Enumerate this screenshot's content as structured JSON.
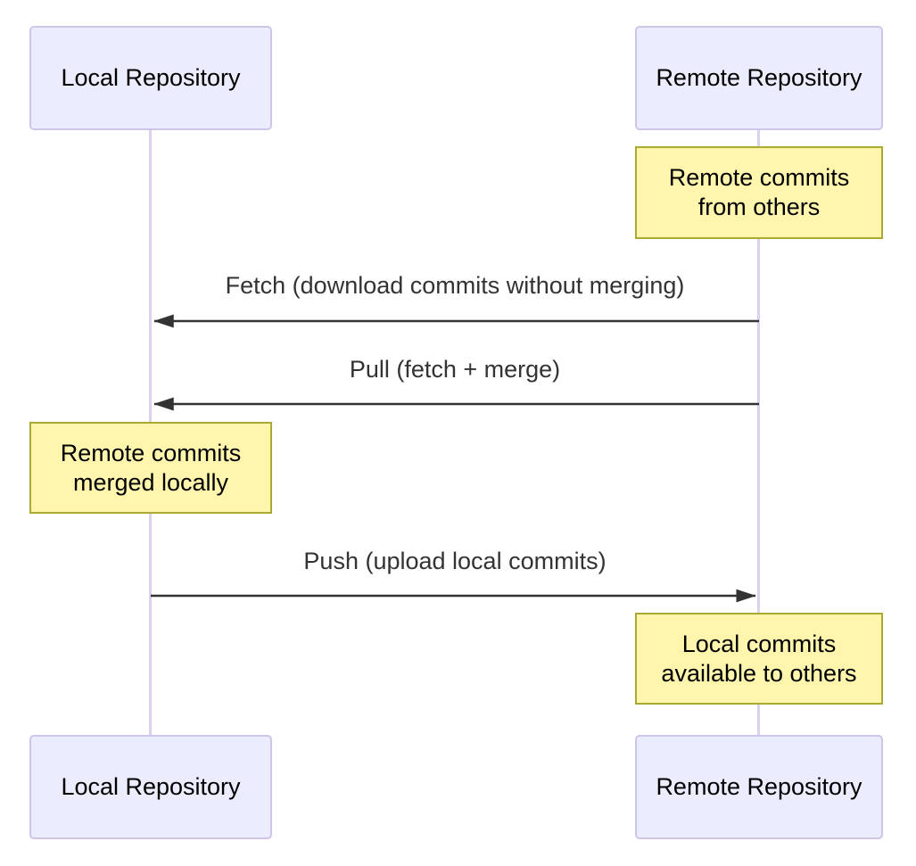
{
  "diagram": {
    "type": "sequence",
    "actors": [
      {
        "id": "local",
        "label": "Local Repository"
      },
      {
        "id": "remote",
        "label": "Remote Repository"
      }
    ],
    "messages": [
      {
        "label": "Fetch (download commits without merging)",
        "from": "remote",
        "to": "local",
        "direction": "left"
      },
      {
        "label": "Pull (fetch + merge)",
        "from": "remote",
        "to": "local",
        "direction": "left"
      },
      {
        "label": "Push (upload local commits)",
        "from": "local",
        "to": "remote",
        "direction": "right"
      }
    ],
    "notes": [
      {
        "text": "Remote commits\nfrom others",
        "over": "remote"
      },
      {
        "text": "Remote commits\nmerged locally",
        "over": "local"
      },
      {
        "text": "Local commits\navailable to others",
        "over": "remote"
      }
    ],
    "colors": {
      "actor_fill": "#ECECFF",
      "actor_border": "#CFC5E8",
      "lifeline": "#DCD2F0",
      "note_fill": "#FFF5AD",
      "note_border": "#AAAA33",
      "arrow": "#333333",
      "message_text": "#333333",
      "actor_text": "#000000",
      "background": "#FFFFFF"
    }
  }
}
